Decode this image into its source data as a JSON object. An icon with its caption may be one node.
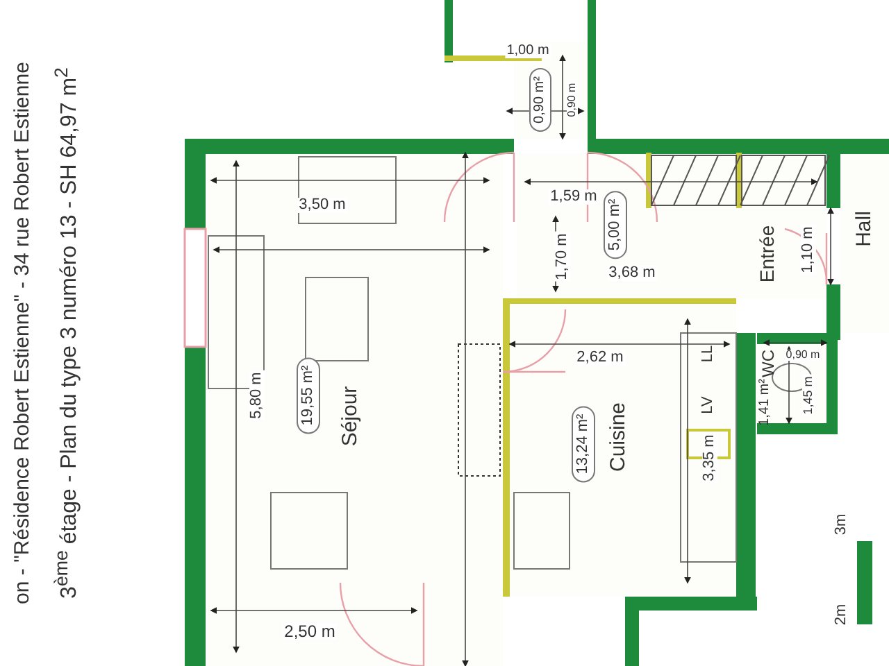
{
  "diagram": {
    "title": "3$^{ème}$ étage - Plan du type 3 numéro 13 - SH 64,97 m$^{2}$",
    "nodes": [
      {
        "text": [
          "Séjour",
          "19,55 m²"
        ]
      },
      {
        "text": [
          "Cuisine",
          "13,24 m²"
        ]
      },
      {
        "text": [
          "Entrée",
          "5,00 m²"
        ]
      },
      {
        "text": [
          "WC",
          "1,41 m²"
        ]
      },
      {
        "text": [
          "Hall"
        ]
      },
      {
        "text": [
          "0,90 m²"
        ]
      }
    ],
    "edges": [],
    "labels": [
      "on - \"Résidence Robert Estienne\" - 34 rue Robert Estienne",
      "1,00 m",
      "0,90 m",
      "3,50 m",
      "1,59 m",
      "1,70 m",
      "3,68 m",
      "1,10 m",
      "5,80 m",
      "2,62 m",
      "LL",
      "LV",
      "3,35 m",
      "0,90 m",
      "1,45 m",
      "2,50 m",
      "3m",
      "2m"
    ]
  }
}
